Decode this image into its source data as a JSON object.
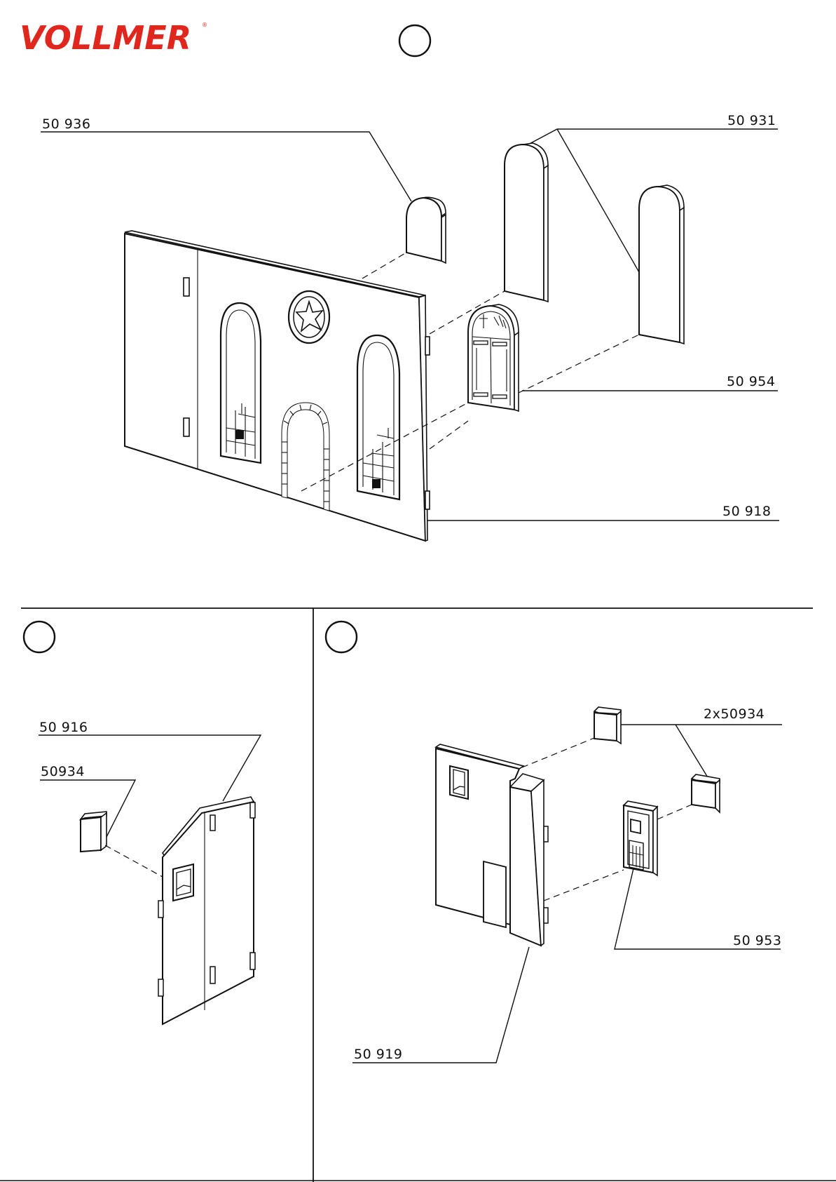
{
  "brand": {
    "name": "VOLLMER",
    "color": "#e0271e"
  },
  "steps": [
    {
      "id": "top",
      "labels": [
        {
          "key": "a",
          "text": "50 936"
        },
        {
          "key": "b",
          "text": "50 931"
        },
        {
          "key": "c",
          "text": "50 954"
        },
        {
          "key": "d",
          "text": "50 918"
        }
      ]
    },
    {
      "id": "bottom-left",
      "labels": [
        {
          "key": "a",
          "text": "50 916"
        },
        {
          "key": "b",
          "text": "50934"
        }
      ]
    },
    {
      "id": "bottom-right",
      "labels": [
        {
          "key": "a",
          "text": "2x50934"
        },
        {
          "key": "b",
          "text": "50 953"
        },
        {
          "key": "c",
          "text": "50 919"
        }
      ]
    }
  ]
}
